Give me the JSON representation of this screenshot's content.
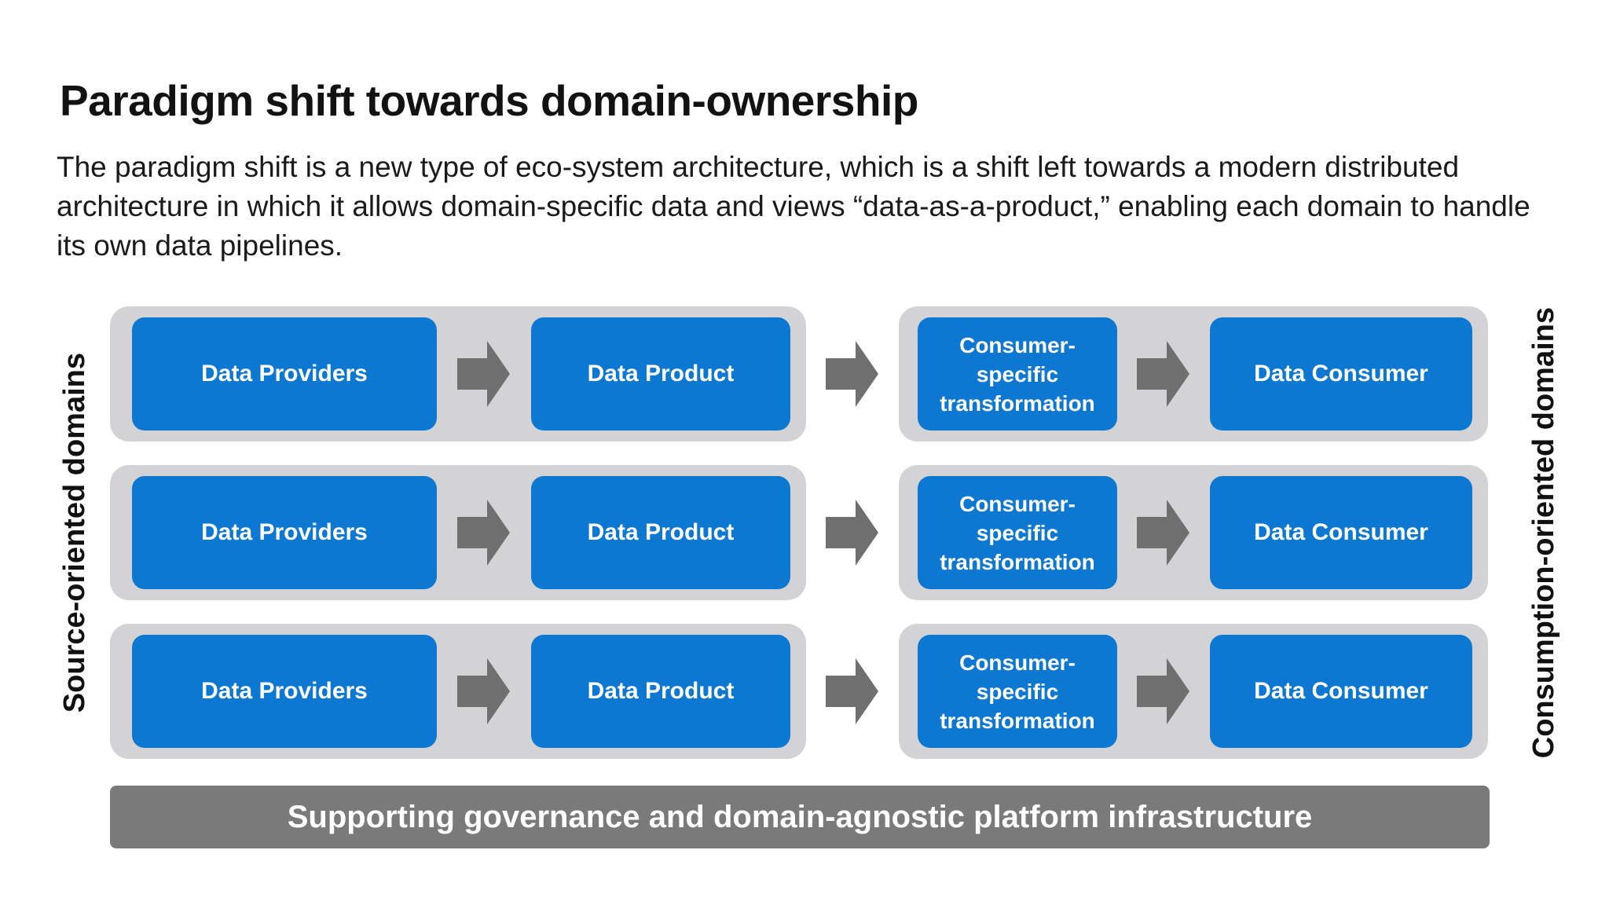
{
  "title": "Paradigm shift towards domain-ownership",
  "paragraph": "The paradigm shift is a new type of eco-system architecture, which is a shift left towards a modern distributed architecture in which it allows domain-specific data and views “data-as-a-product,” enabling each domain to handle its own data pipelines.",
  "diagram": {
    "left_axis_label": "Source-oriented domains",
    "right_axis_label": "Consumption-oriented domains",
    "rows": [
      {
        "provider": "Data Providers",
        "product": "Data Product",
        "transformation": "Consumer-specific transformation",
        "consumer": "Data Consumer"
      },
      {
        "provider": "Data Providers",
        "product": "Data Product",
        "transformation": "Consumer-specific transformation",
        "consumer": "Data Consumer"
      },
      {
        "provider": "Data Providers",
        "product": "Data Product",
        "transformation": "Consumer-specific transformation",
        "consumer": "Data Consumer"
      }
    ],
    "bottom_bar_label": "Supporting governance and domain-agnostic platform infrastructure",
    "icons": {
      "arrow_right": "solid block arrow pointing right"
    },
    "colors": {
      "node_blue": "#0d78d2",
      "group_background_gray": "#d3d3d5",
      "arrow_gray": "#6f6f6f",
      "governance_bar_gray": "#7a7a7a",
      "heading_text": "#121212",
      "node_text": "#ffffff"
    }
  }
}
